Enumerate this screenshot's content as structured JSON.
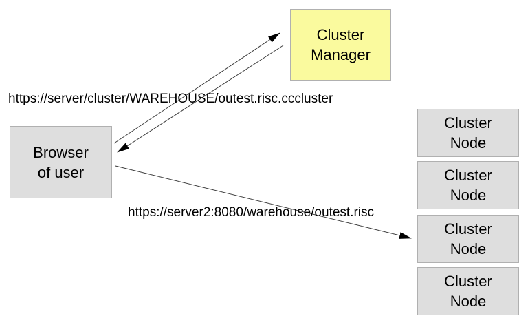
{
  "manager": {
    "line1": "Cluster",
    "line2": "Manager"
  },
  "browser": {
    "line1": "Browser",
    "line2": "of user"
  },
  "nodes": [
    {
      "line1": "Cluster",
      "line2": "Node"
    },
    {
      "line1": "Cluster",
      "line2": "Node"
    },
    {
      "line1": "Cluster",
      "line2": "Node"
    },
    {
      "line1": "Cluster",
      "line2": "Node"
    }
  ],
  "urls": {
    "top": "https://server/cluster/WAREHOUSE/outest.risc.cccluster",
    "bottom": "https://server2:8080/warehouse/outest.risc"
  },
  "colors": {
    "manager_fill": "#fafa9e",
    "node_fill": "#dedede",
    "box_border": "#b0b0b0",
    "arrow_stroke": "#3c3c3c",
    "arrowhead_fill": "#000000",
    "text": "#000000",
    "background": "#ffffff"
  }
}
